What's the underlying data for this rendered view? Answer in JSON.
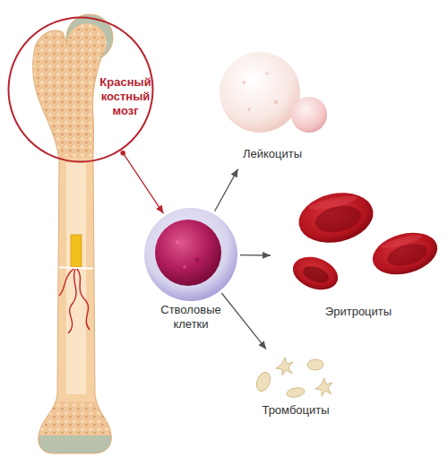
{
  "diagram": {
    "nodes": [
      {
        "text": [
          "Красный костный мозг"
        ]
      },
      {
        "text": [
          "Стволовые клетки"
        ]
      },
      {
        "text": [
          "Лейкоциты"
        ]
      },
      {
        "text": [
          "Эритроциты"
        ]
      },
      {
        "text": [
          "Тромбоциты"
        ]
      }
    ],
    "edges": [
      {
        "from": 0,
        "to": 1,
        "arrow": "to"
      },
      {
        "from": 1,
        "to": 2,
        "arrow": "to"
      },
      {
        "from": 1,
        "to": 3,
        "arrow": "to"
      },
      {
        "from": 1,
        "to": 4,
        "arrow": "to"
      }
    ]
  }
}
